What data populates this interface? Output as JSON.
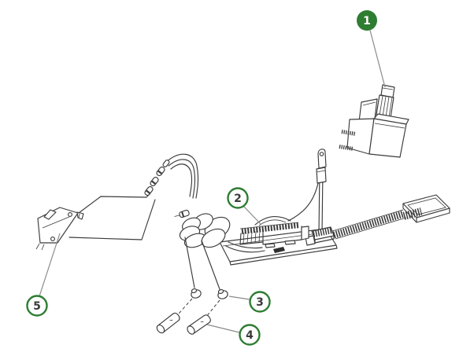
{
  "diagram": {
    "type": "exploded-parts-diagram",
    "background": "#ffffff",
    "colors": {
      "line": "#3b3b3b",
      "leader": "#8a8a8a",
      "callout_green": "#2e7d32",
      "callout_number_dark": "#3a3a3a",
      "callout_number_light": "#ffffff"
    },
    "callouts": [
      {
        "label": "1",
        "style": "filled",
        "part": "connector-module"
      },
      {
        "label": "2",
        "style": "outlined",
        "part": "control-unit-heatsink"
      },
      {
        "label": "3",
        "style": "outlined",
        "part": "cable-clip"
      },
      {
        "label": "4",
        "style": "outlined",
        "part": "cable-sleeve"
      },
      {
        "label": "5",
        "style": "outlined",
        "part": "micro-switch"
      }
    ]
  }
}
